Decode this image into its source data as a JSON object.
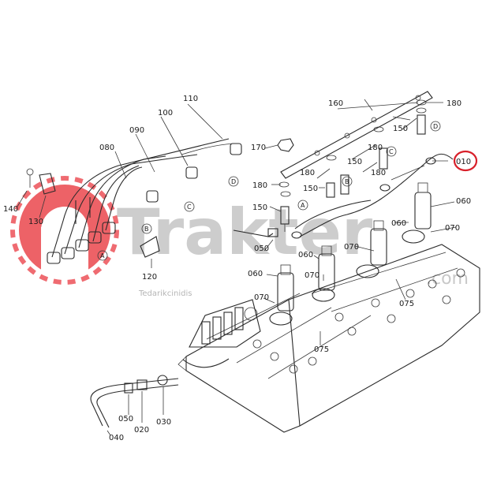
{
  "labels": {
    "p010": "010",
    "p020": "020",
    "p030": "030",
    "p040": "040",
    "p050a": "050",
    "p050b": "050",
    "p060a": "060",
    "p060b": "060",
    "p060c": "060",
    "p060d": "060",
    "p070a": "070",
    "p070b": "070",
    "p070c": "070",
    "p070d": "070",
    "p075a": "075",
    "p075b": "075",
    "p080": "080",
    "p090": "090",
    "p100": "100",
    "p110": "110",
    "p120": "120",
    "p130": "130",
    "p140": "140",
    "p150a": "150",
    "p150b": "150",
    "p150c": "150",
    "p150d": "150",
    "p160": "160",
    "p170": "170",
    "p180a": "180",
    "p180b": "180",
    "p180c": "180",
    "p180d": "180",
    "p180e": "180"
  },
  "connectors": {
    "A": "A",
    "B": "B",
    "C": "C",
    "D": "D"
  },
  "watermark": {
    "brand": "Trakter",
    "domain": ".com",
    "tagline": "Tedarikcinidis",
    "color": "#e8323a"
  },
  "highlight": {
    "part": "010",
    "color": "#d8202a"
  }
}
